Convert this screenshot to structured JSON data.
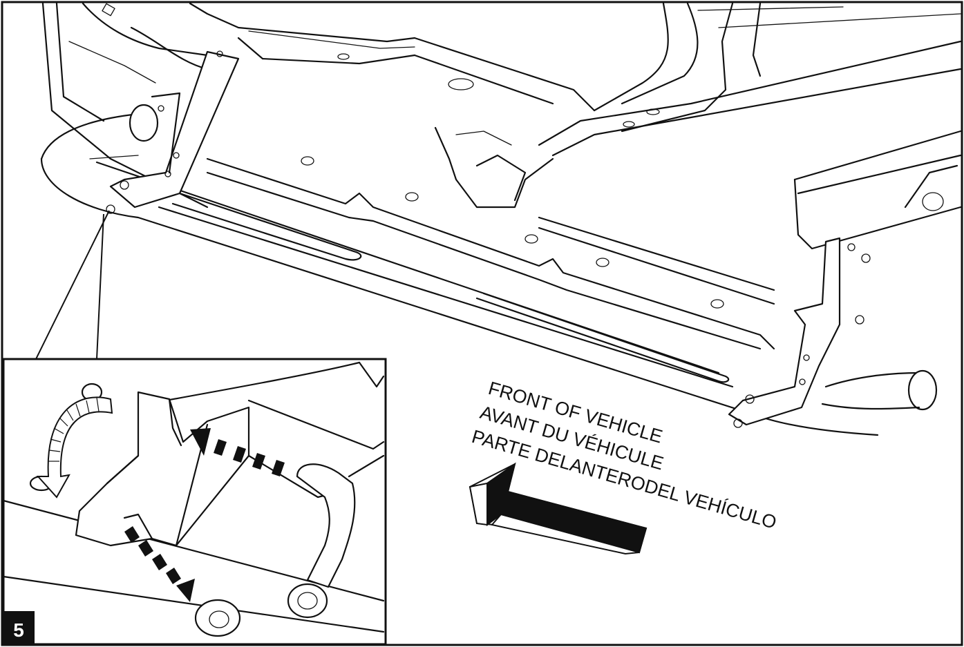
{
  "step": {
    "number": "5"
  },
  "labels": {
    "line_en": "FRONT OF VEHICLE",
    "line_fr": "AVANT DU VÉHICULE",
    "line_es": "PARTE DELANTERODEL VEHÍCULO"
  },
  "colors": {
    "ink": "#111111",
    "paper": "#ffffff",
    "badge": "#111111",
    "badge_text": "#ffffff"
  },
  "icons": [
    "front-direction-arrow-icon",
    "rotate-arrow-icon",
    "dashed-insert-arrow-icon",
    "dashed-remove-arrow-icon"
  ]
}
